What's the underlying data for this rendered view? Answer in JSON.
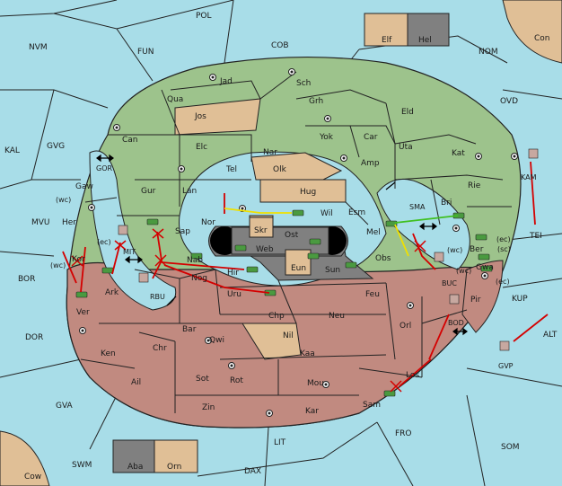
{
  "colors": {
    "sea": "#a8dde8",
    "north_land": "#9dc38c",
    "south_land": "#c18a80",
    "neutral": "#e0bf96",
    "center": "#808080",
    "border": "#222222",
    "move_order": "#d40000",
    "support_yellow": "#f0e000",
    "support_green": "#40c020",
    "unit_green": "#4a9a40",
    "fleet_gray": "#707880"
  },
  "sea_labels": [
    "POL",
    "NVM",
    "FUN",
    "COB",
    "NOM",
    "KAL",
    "GVG",
    "OVD",
    "MVU",
    "BOR",
    "TEI",
    "KUP",
    "DOR",
    "ALT",
    "GVA",
    "SOM",
    "SWM",
    "LIT",
    "FRO",
    "DAX",
    "Cow",
    "Con",
    "GOR",
    "SMA",
    "MIT",
    "RBU",
    "KAM",
    "BUC",
    "BOD",
    "GVP"
  ],
  "north_labels": [
    "Jad",
    "Sch",
    "Qua",
    "Jos",
    "Grh",
    "Can",
    "Eld",
    "Yok",
    "Car",
    "Elc",
    "Nar",
    "Uta",
    "Gaw",
    "Tel",
    "Olk",
    "Amp",
    "Kat",
    "Gur",
    "Lan",
    "Hug",
    "Rie",
    "Her",
    "Nor",
    "Wil",
    "Esm",
    "Bri",
    "Sap",
    "Mel",
    "Ber"
  ],
  "south_labels": [
    "Kor",
    "Nab",
    "Hir",
    "Obs",
    "Gwa",
    "Ark",
    "Nog",
    "Uru",
    "Feu",
    "Pir",
    "Ver",
    "Chp",
    "Neu",
    "Orl",
    "Bar",
    "Qwi",
    "Nil",
    "Ken",
    "Chr",
    "Kaa",
    "Ail",
    "Sot",
    "Rot",
    "Mou",
    "Los",
    "Zin",
    "Kar",
    "Sam"
  ],
  "center_labels": [
    "Skr",
    "Ost",
    "Web",
    "Eun",
    "Sun"
  ],
  "inset_labels": [
    "Elf",
    "Hel",
    "Aba",
    "Orn"
  ],
  "coast_tags": [
    "(wc)",
    "(ec)",
    "(wc)",
    "(ec)",
    "(wc)",
    "(wc)",
    "(ec)",
    "(sc)"
  ],
  "legend_note": ""
}
